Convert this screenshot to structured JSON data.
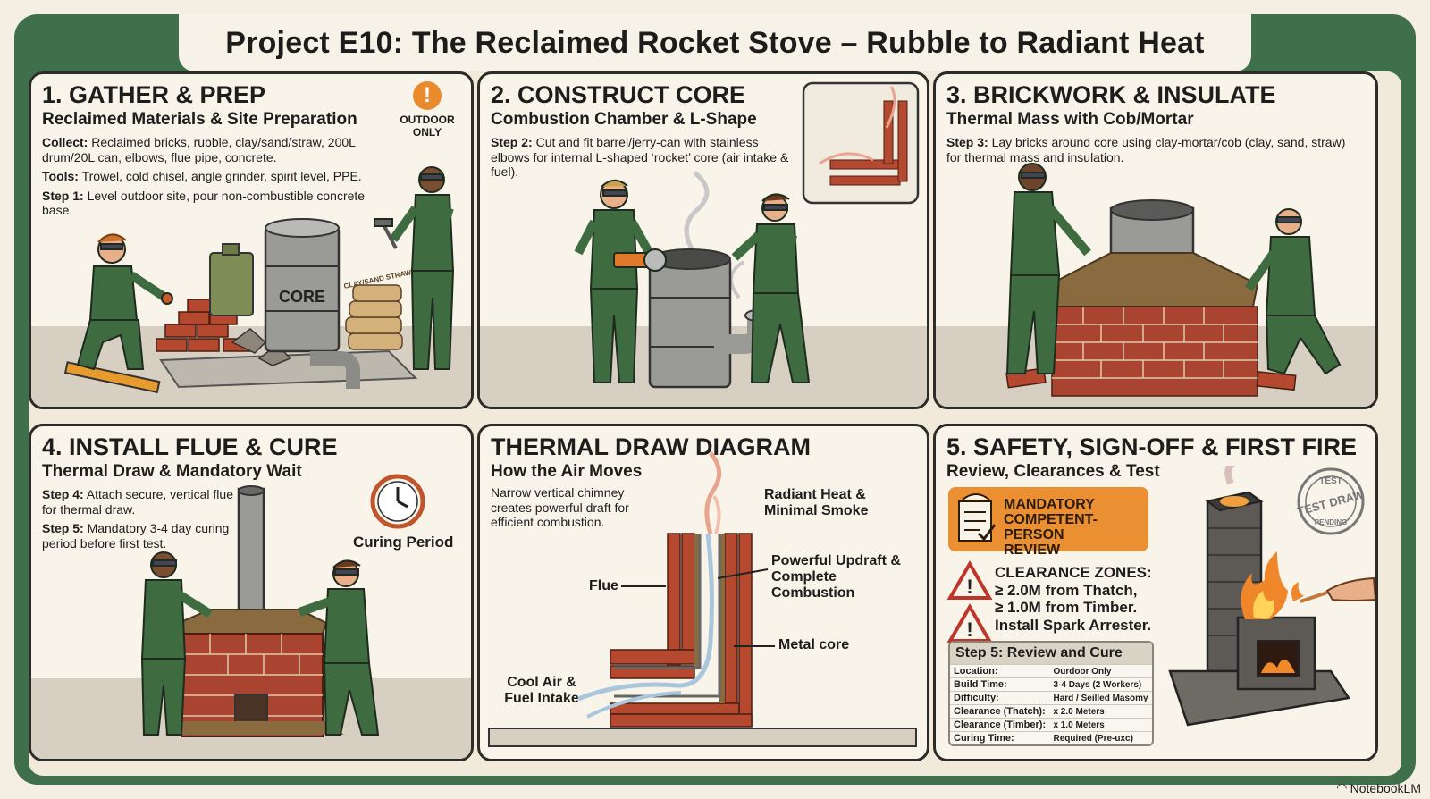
{
  "title": "Project E10: The Reclaimed Rocket Stove – Rubble to Radiant Heat",
  "panel1": {
    "heading": "1. GATHER & PREP",
    "subtitle": "Reclaimed Materials & Site Preparation",
    "badge_line1": "OUTDOOR",
    "badge_line2": "ONLY",
    "collect_label": "Collect:",
    "collect_text": " Reclaimed bricks, rubble, clay/sand/straw, 200L drum/20L can, elbows, flue pipe, concrete.",
    "tools_label": "Tools:",
    "tools_text": " Trowel, cold chisel, angle grinder, spirit level, PPE.",
    "step_label": "Step 1:",
    "step_text": " Level outdoor site, pour non-combustible concrete base.",
    "drum_label": "CORE",
    "bag_label": "CLAY/SAND STRAW"
  },
  "panel2": {
    "heading": "2. CONSTRUCT CORE",
    "subtitle": "Combustion Chamber & L-Shape",
    "step_label": "Step 2:",
    "step_text": " Cut and fit barrel/jerry-can with stainless elbows for internal L-shaped ‘rocket’ core (air intake & fuel)."
  },
  "panel3": {
    "heading": "3. BRICKWORK & INSULATE",
    "subtitle": "Thermal Mass with Cob/Mortar",
    "step_label": "Step 3:",
    "step_text": " Lay bricks around core using clay-mortar/cob (clay, sand, straw) for thermal mass and insulation."
  },
  "panel4": {
    "heading": "4. INSTALL FLUE & CURE",
    "subtitle": "Thermal Draw & Mandatory Wait",
    "step4_label": "Step 4:",
    "step4_text": " Attach secure, vertical flue for thermal draw.",
    "step5_label": "Step 5:",
    "step5_text": " Mandatory 3-4 day curing period before first test.",
    "clock_label": "Curing Period"
  },
  "panel5": {
    "heading": "THERMAL DRAW DIAGRAM",
    "subtitle": "How the Air Moves",
    "intro": "Narrow vertical chimney creates powerful draft for efficient combustion.",
    "label_radiant": "Radiant Heat & Minimal Smoke",
    "label_updraft": "Powerful Updraft & Complete Combustion",
    "label_flue": "Flue",
    "label_core": "Metal core",
    "label_intake": "Cool Air & Fuel Intake"
  },
  "panel6": {
    "heading": "5. SAFETY, SIGN-OFF & FIRST FIRE",
    "subtitle": "Review, Clearances & Test",
    "mandatory_l1": "MANDATORY",
    "mandatory_l2": "COMPETENT-PERSON",
    "mandatory_l3": "REVIEW",
    "clear_l1": "CLEARANCE ZONES:",
    "clear_l2": "≥ 2.0M from Thatch,",
    "clear_l3": "≥ 1.0M from Timber.",
    "clear_l4": "Install Spark Arrester.",
    "table_title": "Step 5: Review and Cure",
    "rows": [
      {
        "k": "Location:",
        "v": "Ourdoor Only"
      },
      {
        "k": "Build Time:",
        "v": "3-4 Days (2 Workers)"
      },
      {
        "k": "Difficulty:",
        "v": "Hard / Seilled Masomy"
      },
      {
        "k": "Clearance (Thatch):",
        "v": "x 2.0 Meters"
      },
      {
        "k": "Clearance (Timber):",
        "v": "x 1.0 Meters"
      },
      {
        "k": "Curing Time:",
        "v": "Required (Pre-uxc)"
      }
    ],
    "stamp_l1": "TEST",
    "stamp_l2": "TEST DRAW",
    "stamp_l3": "PENDING"
  },
  "footer": {
    "brand": "NotebookLM"
  },
  "colors": {
    "frame": "#3f6f4b",
    "orange": "#eb8f33",
    "brick": "#b5492f",
    "uniform": "#3e6b3f"
  }
}
